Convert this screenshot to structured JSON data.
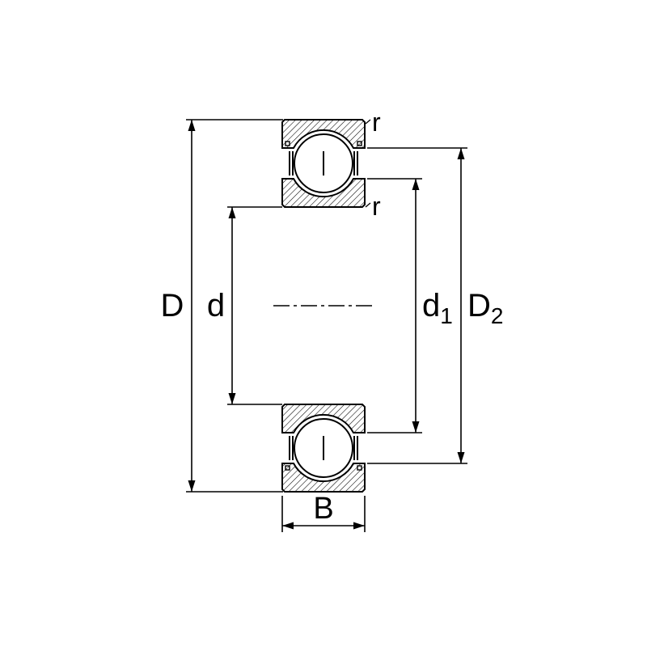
{
  "diagram": {
    "type": "deep-groove-ball-bearing-cross-section-dimension-drawing",
    "colors": {
      "line": "#000000",
      "background": "#ffffff"
    },
    "labels": {
      "outer_diameter": "D",
      "bore_diameter": "d",
      "shoulder_diameter_main": "d",
      "shoulder_diameter_sub": "1",
      "recess_diameter_main": "D",
      "recess_diameter_sub": "2",
      "width": "B",
      "chamfer_outer": "r",
      "chamfer_inner": "r"
    }
  }
}
